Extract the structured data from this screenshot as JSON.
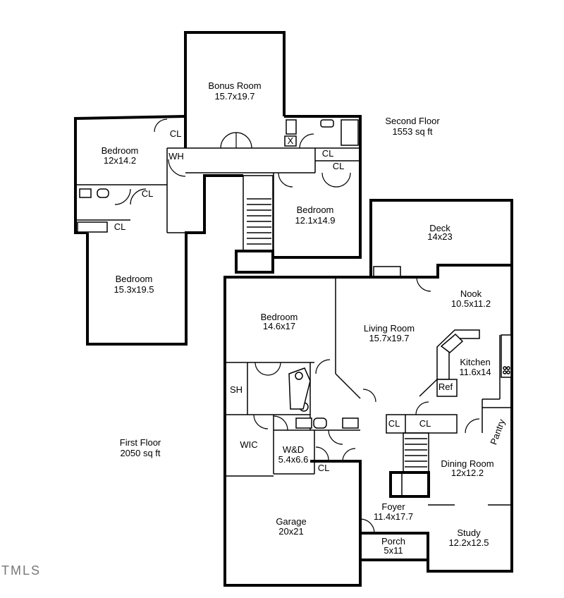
{
  "second_floor": {
    "title": "Second Floor",
    "area": "1553 sq ft",
    "rooms": {
      "bonus": {
        "name": "Bonus Room",
        "size": "15.7x19.7"
      },
      "bed_a": {
        "name": "Bedroom",
        "size": "12x14.2"
      },
      "bed_b": {
        "name": "Bedroom",
        "size": "12.1x14.9"
      },
      "bed_c": {
        "name": "Bedroom",
        "size": "15.3x19.5"
      }
    },
    "labels": {
      "cl1": "CL",
      "cl2": "CL",
      "cl3": "CL",
      "cl4": "CL",
      "cl5": "CL",
      "wh": "WH",
      "x": "X"
    }
  },
  "first_floor": {
    "title": "First Floor",
    "area": "2050 sq ft",
    "rooms": {
      "deck": {
        "name": "Deck",
        "size": "14x23"
      },
      "nook": {
        "name": "Nook",
        "size": "10.5x11.2"
      },
      "bedroom": {
        "name": "Bedroom",
        "size": "14.6x17"
      },
      "living": {
        "name": "Living Room",
        "size": "15.7x19.7"
      },
      "kitchen": {
        "name": "Kitchen",
        "size": "11.6x14"
      },
      "wd": {
        "name": "W&D",
        "size": "5.4x6.6"
      },
      "dining": {
        "name": "Dining Room",
        "size": "12x12.2"
      },
      "garage": {
        "name": "Garage",
        "size": "20x21"
      },
      "foyer": {
        "name": "Foyer",
        "size": "11.4x17.7"
      },
      "porch": {
        "name": "Porch",
        "size": "5x11"
      },
      "study": {
        "name": "Study",
        "size": "12.2x12.5"
      }
    },
    "labels": {
      "sh": "SH",
      "wic": "WIC",
      "ref": "Ref",
      "pantry": "Pantry",
      "cl1": "CL",
      "cl2": "CL",
      "cl3": "CL"
    }
  },
  "logo": "TMLS"
}
